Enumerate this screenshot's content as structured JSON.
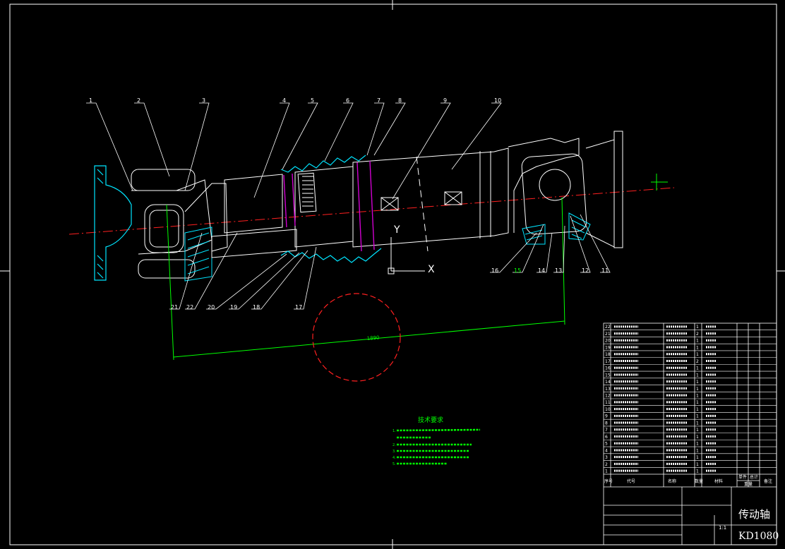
{
  "drawing": {
    "title": "传动轴",
    "drawing_number": "KD1080",
    "scale": "1:1",
    "dimension_label": "1890"
  },
  "callouts_top": [
    "1",
    "2",
    "3",
    "4",
    "5",
    "6",
    "7",
    "8",
    "9",
    "10"
  ],
  "callouts_bottom_left": [
    "21",
    "22",
    "20",
    "19",
    "18",
    "17"
  ],
  "callouts_bottom_right": [
    "16",
    "15",
    "14",
    "13",
    "12",
    "11"
  ],
  "axis_labels": {
    "y": "Y",
    "x": "X"
  },
  "tech_requirements": {
    "heading": "技术要求",
    "lines": [
      "1.",
      "2.",
      "3.",
      "4.",
      "5."
    ]
  },
  "bom": {
    "header": [
      "序号",
      "代号",
      "名称",
      "数量",
      "材料",
      "单件",
      "总计",
      "备注"
    ],
    "weight_header": "重量",
    "rows": [
      {
        "no": "22",
        "qty": "1"
      },
      {
        "no": "21",
        "qty": "2"
      },
      {
        "no": "20",
        "qty": "1"
      },
      {
        "no": "19",
        "qty": "1"
      },
      {
        "no": "18",
        "qty": "1"
      },
      {
        "no": "17",
        "qty": "2"
      },
      {
        "no": "16",
        "qty": "1"
      },
      {
        "no": "15",
        "qty": "1"
      },
      {
        "no": "14",
        "qty": "1"
      },
      {
        "no": "13",
        "qty": "1"
      },
      {
        "no": "12",
        "qty": "1"
      },
      {
        "no": "11",
        "qty": "1"
      },
      {
        "no": "10",
        "qty": "1"
      },
      {
        "no": "9",
        "qty": "1"
      },
      {
        "no": "8",
        "qty": "1"
      },
      {
        "no": "7",
        "qty": "1"
      },
      {
        "no": "6",
        "qty": "1"
      },
      {
        "no": "5",
        "qty": "1"
      },
      {
        "no": "4",
        "qty": "1"
      },
      {
        "no": "3",
        "qty": "1"
      },
      {
        "no": "2",
        "qty": "1"
      },
      {
        "no": "1",
        "qty": "1"
      }
    ]
  },
  "colors": {
    "background": "#000000",
    "line": "#ffffff",
    "cyan": "#00e5ff",
    "red": "#ff2020",
    "green": "#00ff00",
    "magenta": "#d000d0"
  }
}
